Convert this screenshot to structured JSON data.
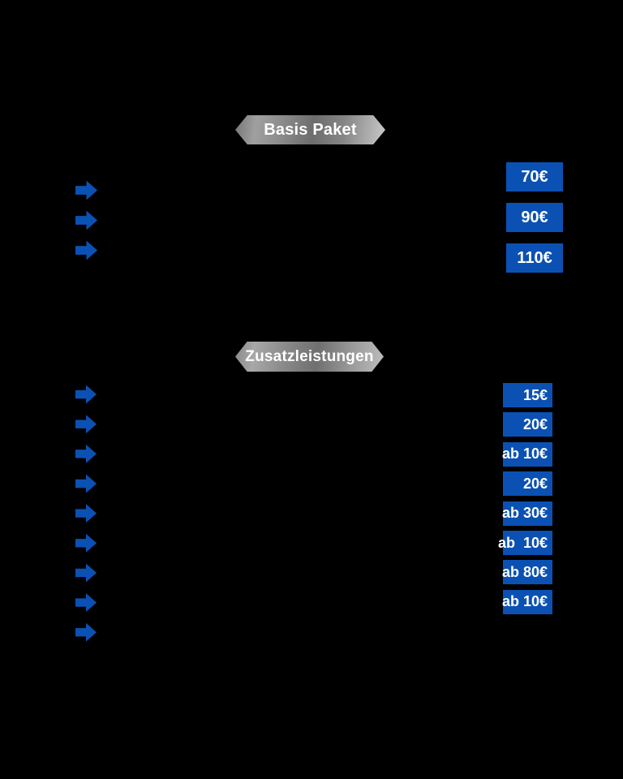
{
  "page": {
    "background_color": "#000000",
    "accent_blue": "#0B51B3",
    "pill_text_color": "#FFFFFF",
    "badge_text_color": "#FFFFFF"
  },
  "sections": [
    {
      "title": "Basis Paket",
      "items": [
        {
          "price": "70€"
        },
        {
          "price": "90€"
        },
        {
          "price": "110€"
        }
      ]
    },
    {
      "title": "Zusatzleistungen",
      "items": [
        {
          "price": "15€"
        },
        {
          "price": "20€"
        },
        {
          "price": "ab 10€"
        },
        {
          "price": "20€"
        },
        {
          "price": "ab 30€"
        },
        {
          "price": "ab  10€"
        },
        {
          "price": "ab 80€"
        },
        {
          "price": "ab 10€"
        },
        {
          "price": ""
        }
      ]
    }
  ]
}
